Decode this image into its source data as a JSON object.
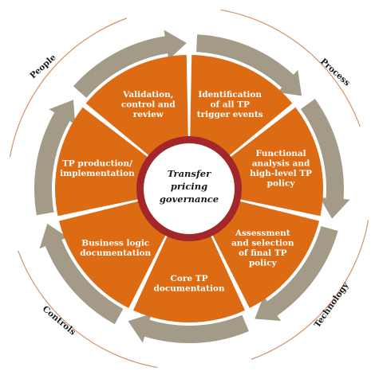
{
  "center": {
    "lines": [
      "Transfer",
      "pricing",
      "governance"
    ]
  },
  "segments": [
    {
      "lines": [
        "Identification",
        "of all TP",
        "trigger events"
      ]
    },
    {
      "lines": [
        "Functional",
        "analysis and",
        "high-level TP",
        "policy"
      ]
    },
    {
      "lines": [
        "Assessment",
        "and selection",
        "of final TP",
        "policy"
      ]
    },
    {
      "lines": [
        "Core TP",
        "documentation"
      ]
    },
    {
      "lines": [
        "Business logic",
        "documentation"
      ]
    },
    {
      "lines": [
        "TP production/",
        "implementation"
      ]
    },
    {
      "lines": [
        "Validation,",
        "control and",
        "review"
      ]
    }
  ],
  "outer_labels": {
    "people": "People",
    "process": "Process",
    "technology": "Technology",
    "controls": "Controls"
  },
  "colors": {
    "segment": "#DC6B13",
    "arrow": "#A39B87",
    "ring": "#A3262B",
    "outer_arc": "#D4926A",
    "gap": "#ffffff"
  }
}
